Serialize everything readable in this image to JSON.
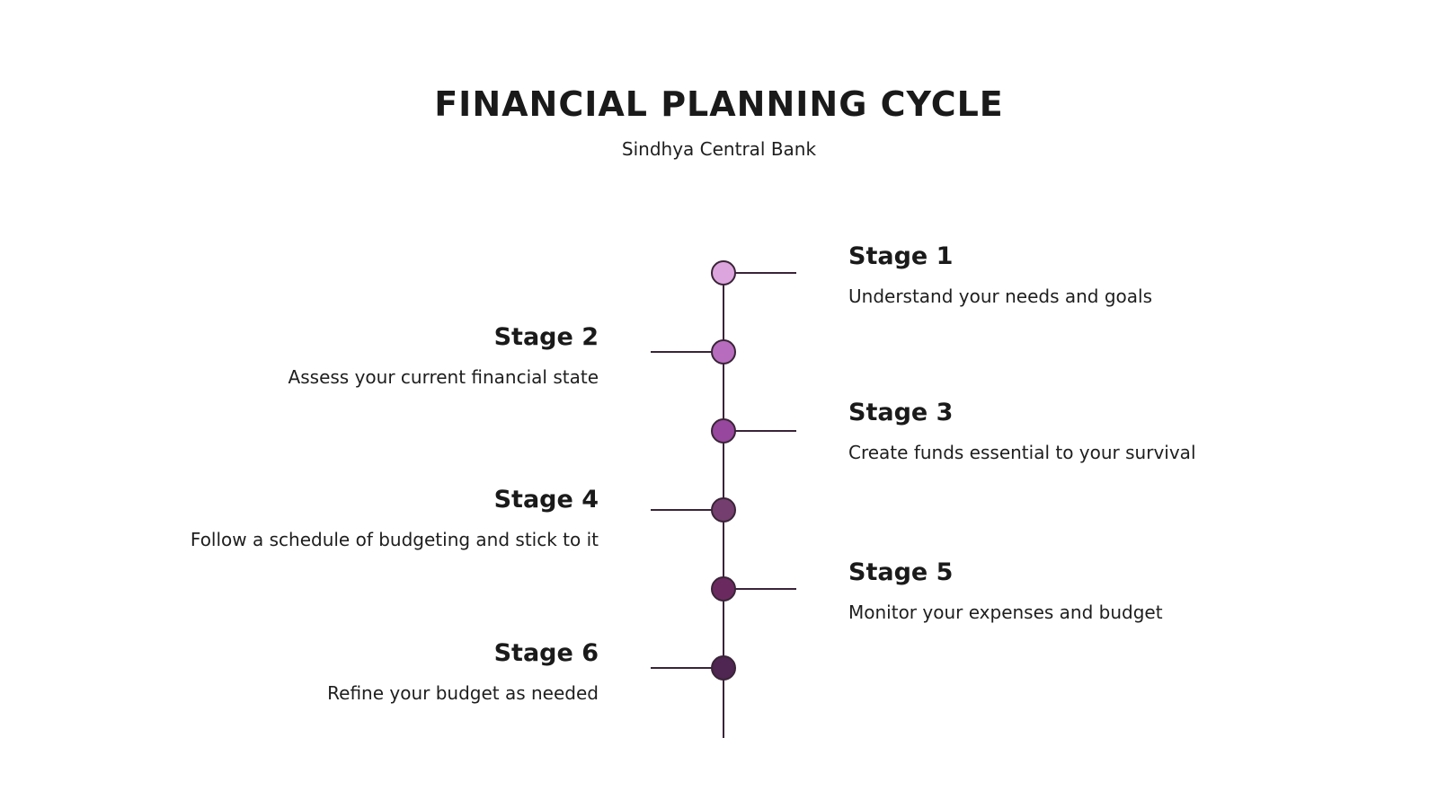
{
  "title": "FINANCIAL PLANNING CYCLE",
  "subtitle": "Sindhya Central Bank",
  "line_color": "#3a2438",
  "stages": [
    {
      "title": "Stage 1",
      "description": "Understand your needs and goals",
      "side": "right",
      "color": "#dda5dd"
    },
    {
      "title": "Stage 2",
      "description": "Assess your current financial state",
      "side": "left",
      "color": "#b86cbe"
    },
    {
      "title": "Stage 3",
      "description": "Create funds essential to your survival",
      "side": "right",
      "color": "#97479d"
    },
    {
      "title": "Stage 4",
      "description": "Follow a schedule of budgeting and stick to it",
      "side": "left",
      "color": "#743e6e"
    },
    {
      "title": "Stage 5",
      "description": "Monitor your expenses and budget",
      "side": "right",
      "color": "#6b2a5f"
    },
    {
      "title": "Stage 6",
      "description": "Refine your budget as needed",
      "side": "left",
      "color": "#4f2551"
    }
  ]
}
